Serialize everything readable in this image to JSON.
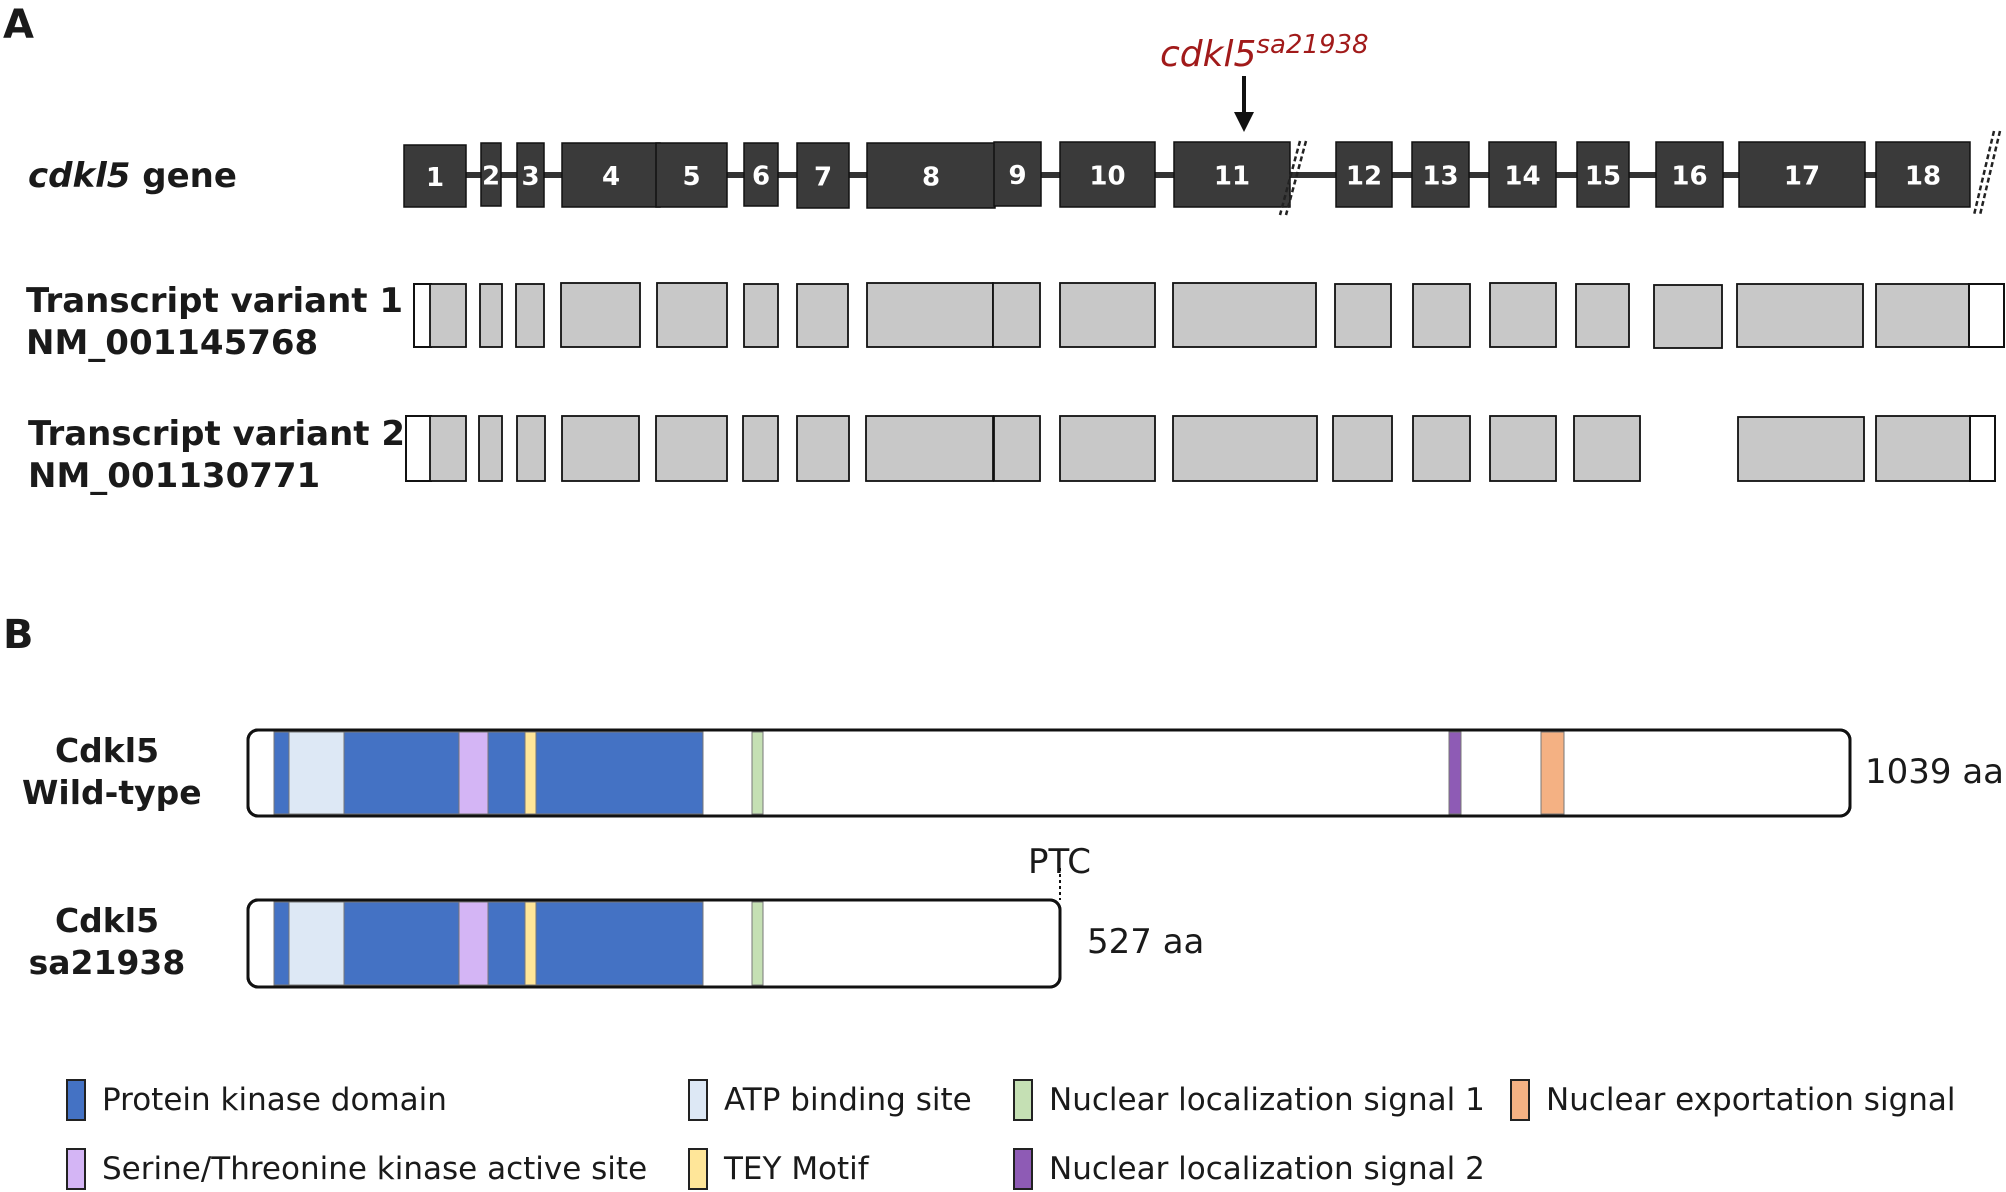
{
  "panels": {
    "a": "A",
    "b": "B"
  },
  "gene": {
    "label_italic": "cdkl5",
    "label_rest": " gene",
    "exons": [
      "1",
      "2",
      "3",
      "4",
      "5",
      "6",
      "7",
      "8",
      "9",
      "10",
      "11",
      "12",
      "13",
      "14",
      "15",
      "16",
      "17",
      "18"
    ],
    "mutation": {
      "name": "cdkl5",
      "allele": "sa21938",
      "color": "#a11a1a",
      "exon": "11"
    }
  },
  "transcripts": [
    {
      "name": "Transcript variant 1",
      "accession": "NM_001145768",
      "skipped_exons": []
    },
    {
      "name": "Transcript variant 2",
      "accession": "NM_001130771",
      "skipped_exons": [
        "16"
      ]
    }
  ],
  "proteins": [
    {
      "name_line1": "Cdkl5",
      "name_line2": "Wild-type",
      "length_label": "1039 aa"
    },
    {
      "name_line1": "Cdkl5",
      "name_line2": "sa21938",
      "length_label": "527 aa",
      "ptc_label": "PTC"
    }
  ],
  "legend": [
    {
      "label": "Protein kinase domain",
      "color": "#4472c4"
    },
    {
      "label": "ATP binding site",
      "color": "#dde8f5"
    },
    {
      "label": "Nuclear localization signal 1",
      "color": "#c5e0b4"
    },
    {
      "label": "Nuclear exportation signal",
      "color": "#f4b183"
    },
    {
      "label": "Serine/Threonine kinase active site",
      "color": "#d4b5f5"
    },
    {
      "label": "TEY Motif",
      "color": "#ffe699"
    },
    {
      "label": "Nuclear localization signal 2",
      "color": "#8e5bb5"
    }
  ],
  "colors": {
    "exon_dark": "#3a3a3a",
    "exon_coding": "#c8c8c8",
    "exon_utr": "#ffffff",
    "kinase": "#4472c4",
    "atp": "#dde8f5",
    "active_site": "#d4b5f5",
    "tey": "#ffe699",
    "nls1": "#c5e0b4",
    "nls2": "#8e5bb5",
    "nes": "#f4b183",
    "mutation_label": "#a11a1a"
  }
}
